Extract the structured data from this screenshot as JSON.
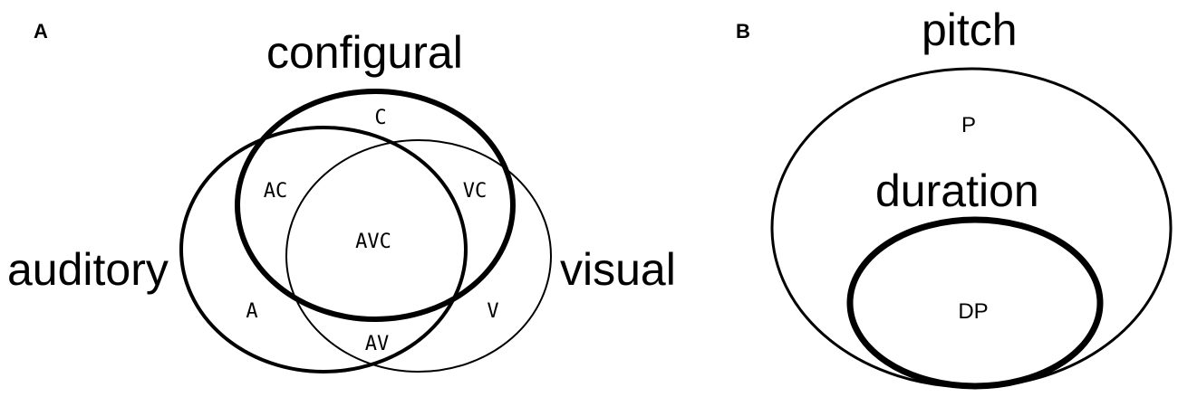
{
  "panel_a": {
    "letter": "A",
    "sets": {
      "configural": "configural",
      "auditory": "auditory",
      "visual": "visual"
    },
    "regions": {
      "c": "C",
      "ac": "AC",
      "vc": "VC",
      "avc": "AVC",
      "a": "A",
      "v": "V",
      "av": "AV"
    }
  },
  "panel_b": {
    "letter": "B",
    "sets": {
      "pitch": "pitch",
      "duration": "duration"
    },
    "regions": {
      "p": "P",
      "dp": "DP"
    }
  }
}
